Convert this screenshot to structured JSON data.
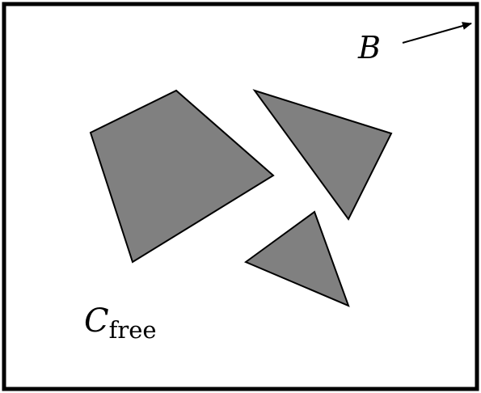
{
  "diagram": {
    "labels": {
      "body": "B",
      "free_space_main": "C",
      "free_space_subscript": "free"
    },
    "colors": {
      "background": "#ffffff",
      "border": "#000000",
      "obstacle_fill": "#808080",
      "obstacle_stroke": "#000000",
      "arrow": "#000000"
    },
    "obstacles": [
      {
        "name": "quadrilateral-obstacle",
        "shape": "quadrilateral"
      },
      {
        "name": "upper-triangle-obstacle",
        "shape": "triangle"
      },
      {
        "name": "lower-triangle-obstacle",
        "shape": "triangle"
      }
    ]
  }
}
